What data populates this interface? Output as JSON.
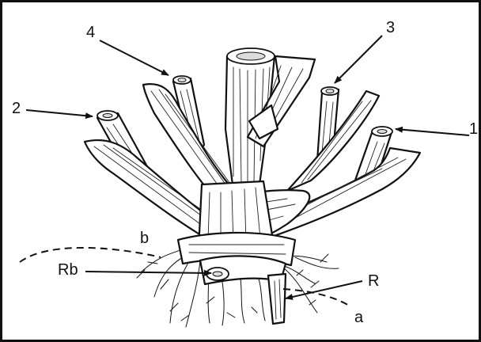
{
  "labels": {
    "tiller_1": "1",
    "tiller_2": "2",
    "tiller_3": "3",
    "tiller_4": "4",
    "rb": "Rb",
    "r": "R",
    "a": "a",
    "b": "b"
  },
  "colors": {
    "ink": "#111111",
    "background": "#ffffff",
    "cut_surface": "#dcdcdc"
  }
}
